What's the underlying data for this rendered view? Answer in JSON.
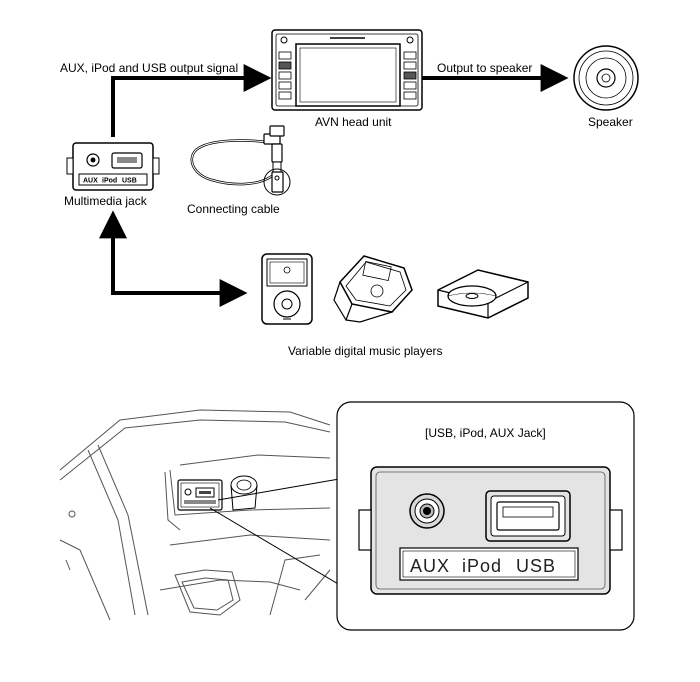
{
  "labels": {
    "output_signal": "AUX, iPod and USB output signal",
    "output_speaker": "Output to speaker",
    "head_unit": "AVN head unit",
    "speaker": "Speaker",
    "multimedia_jack": "Multimedia jack",
    "connecting_cable": "Connecting cable",
    "music_players": "Variable digital music players",
    "jack_title": "[USB, iPod, AUX Jack]"
  },
  "jack_panel": {
    "aux": "AUX",
    "ipod": "iPod",
    "usb": "USB"
  },
  "colors": {
    "line": "#000000",
    "detail_bg": "#e4e4e4",
    "panel_bg": "#ffffff"
  }
}
